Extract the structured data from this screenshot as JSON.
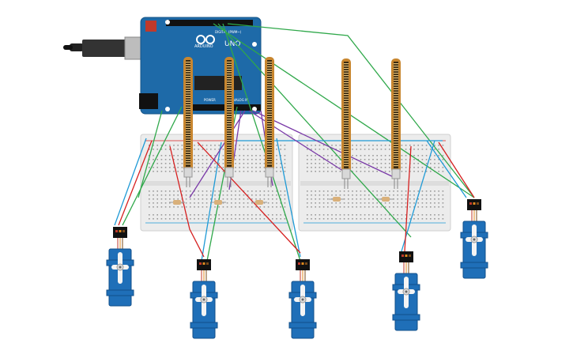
{
  "arduino": {
    "brand_label": "ARDUINO",
    "model_label": "UNO",
    "digital_label": "DIGITAL (PWM~)",
    "power_label": "POWER",
    "analog_label": "ANALOG IN",
    "colors": {
      "board": "#1e6aa8",
      "chip": "#222222"
    }
  },
  "wire_colors": {
    "red": "#d62020",
    "green": "#2fa84a",
    "blue": "#1f9ad6",
    "purple": "#7a3aa8",
    "black": "#222222"
  },
  "flex_sensor_color": "#c8862f",
  "servo_color": "#1f6fb8"
}
